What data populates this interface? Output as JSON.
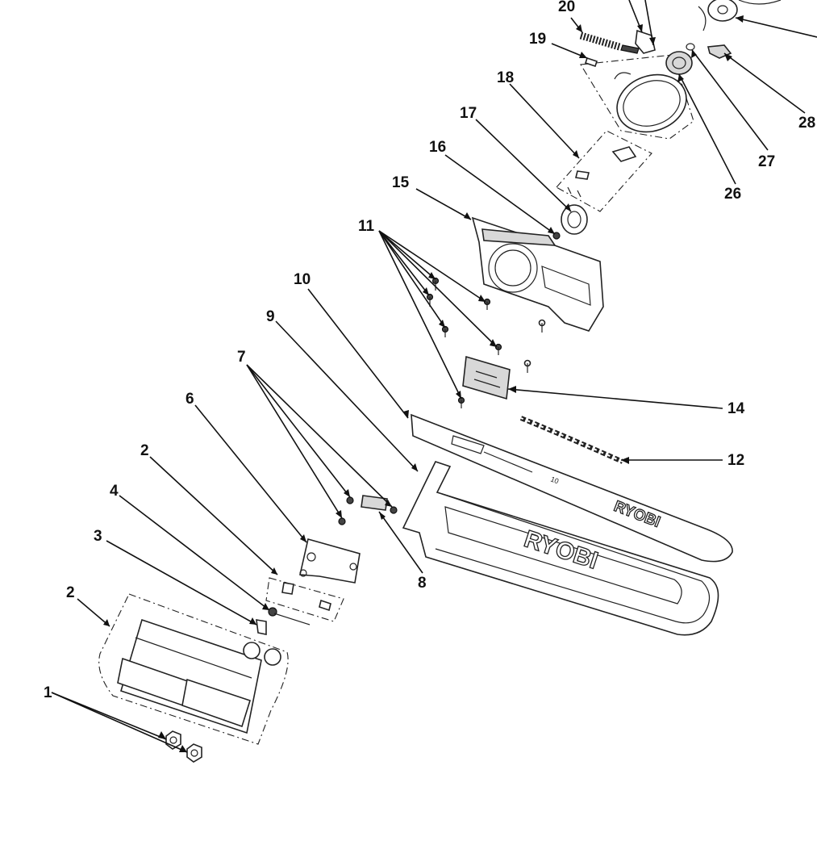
{
  "labels": {
    "p1": "1",
    "p2a": "2",
    "p2b": "2",
    "p3": "3",
    "p4": "4",
    "p6": "6",
    "p7": "7",
    "p8": "8",
    "p9": "9",
    "p10": "10",
    "p11": "11",
    "p12": "12",
    "p14": "14",
    "p15": "15",
    "p16": "16",
    "p17": "17",
    "p18": "18",
    "p19": "19",
    "p20": "20",
    "p26": "26",
    "p27": "27",
    "p28": "28"
  },
  "brand": {
    "bar_logo": "RYOBI",
    "cover_logo": "RYOBI"
  },
  "colors": {
    "line": "#222222",
    "fill": "#ffffff",
    "shade": "#d8d8d8"
  }
}
